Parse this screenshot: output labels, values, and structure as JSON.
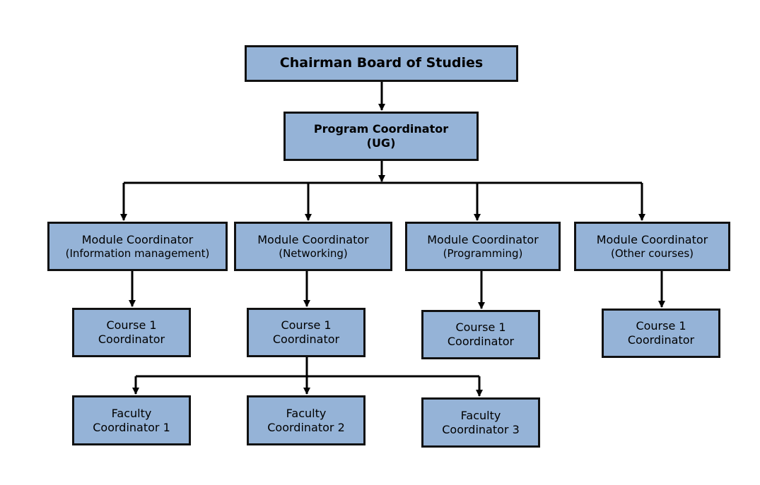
{
  "colors": {
    "box_fill": "#95b3d7",
    "border": "#111111",
    "line": "#000000"
  },
  "chairman": {
    "label": "Chairman Board of Studies"
  },
  "program": {
    "line1": "Program Coordinator",
    "line2": "(UG)"
  },
  "modules": [
    {
      "line1": "Module Coordinator",
      "line2": "(Information management)"
    },
    {
      "line1": "Module Coordinator",
      "line2": "(Networking)"
    },
    {
      "line1": "Module Coordinator",
      "line2": "(Programming)"
    },
    {
      "line1": "Module Coordinator",
      "line2": "(Other courses)"
    }
  ],
  "courses": [
    {
      "line1": "Course 1",
      "line2": "Coordinator"
    },
    {
      "line1": "Course 1",
      "line2": "Coordinator"
    },
    {
      "line1": "Course 1",
      "line2": "Coordinator"
    },
    {
      "line1": "Course 1",
      "line2": "Coordinator"
    }
  ],
  "faculty": [
    {
      "line1": "Faculty",
      "line2": "Coordinator 1"
    },
    {
      "line1": "Faculty",
      "line2": "Coordinator 2"
    },
    {
      "line1": "Faculty",
      "line2": "Coordinator 3"
    }
  ]
}
